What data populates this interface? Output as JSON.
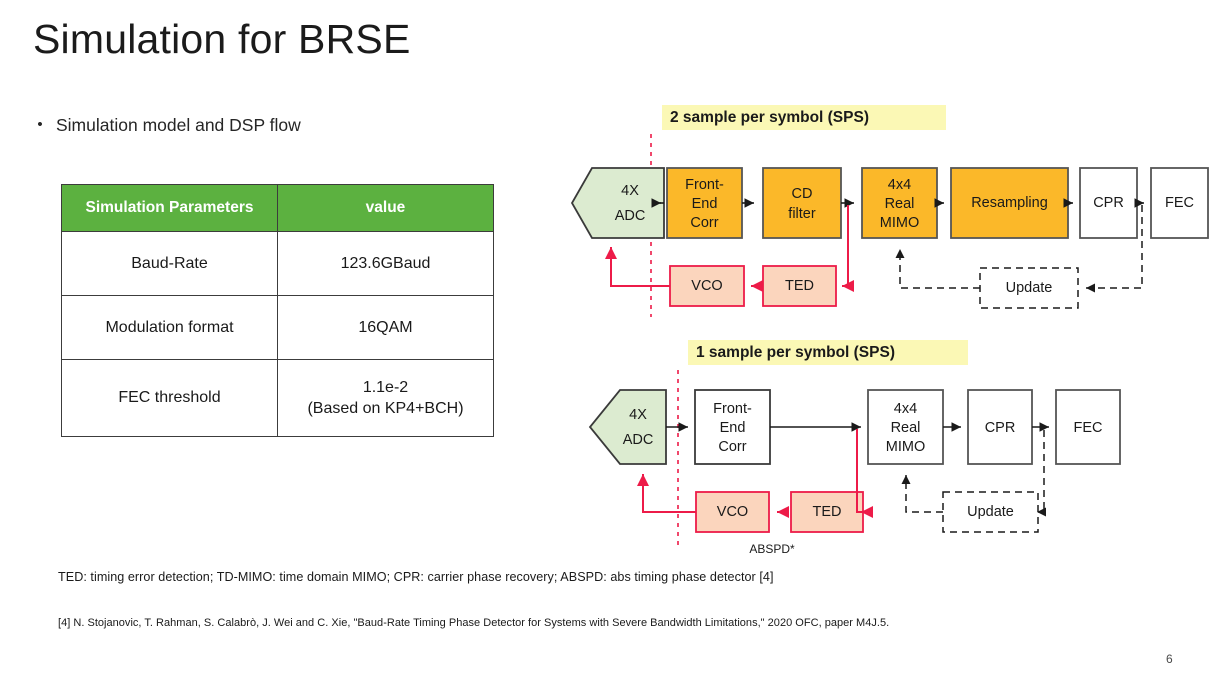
{
  "slide": {
    "title": "Simulation for BRSE",
    "page_number": "6",
    "bullet": {
      "marker": "•",
      "text": "Simulation model and DSP flow"
    }
  },
  "colors": {
    "table_header_green": "#5CB140",
    "block_orange": "#FBB829",
    "adc_green": "#DCEBD0",
    "vco_ted_pink": "#FBD5BD",
    "highlight_yellow": "#FBF8B5",
    "feedback_red": "#ED1B48",
    "block_border": "#555555"
  },
  "table": {
    "headers": [
      "Simulation Parameters",
      "value"
    ],
    "rows": [
      {
        "parameter": "Baud-Rate",
        "value": "123.6GBaud",
        "value_line2": ""
      },
      {
        "parameter": "Modulation format",
        "value": "16QAM",
        "value_line2": ""
      },
      {
        "parameter": "FEC threshold",
        "value": "1.1e-2",
        "value_line2": "(Based on KP4+BCH)"
      }
    ]
  },
  "diagrams": [
    {
      "id": "two-sps",
      "heading": "2 sample per symbol (SPS)",
      "blocks": [
        {
          "name": "adc",
          "label_lines": [
            "4X",
            "ADC"
          ],
          "style": "pentagon-green"
        },
        {
          "name": "front-end-corr",
          "label_lines": [
            "Front-",
            "End",
            "Corr"
          ],
          "style": "orange"
        },
        {
          "name": "cd-filter",
          "label_lines": [
            "CD",
            "filter"
          ],
          "style": "orange"
        },
        {
          "name": "mimo",
          "label_lines": [
            "4x4",
            "Real",
            "MIMO"
          ],
          "style": "orange"
        },
        {
          "name": "resampling",
          "label_lines": [
            "Resampling"
          ],
          "style": "orange"
        },
        {
          "name": "cpr",
          "label_lines": [
            "CPR"
          ],
          "style": "white"
        },
        {
          "name": "fec",
          "label_lines": [
            "FEC"
          ],
          "style": "white"
        },
        {
          "name": "vco",
          "label_lines": [
            "VCO"
          ],
          "style": "pink"
        },
        {
          "name": "ted",
          "label_lines": [
            "TED"
          ],
          "style": "pink"
        },
        {
          "name": "update",
          "label_lines": [
            "Update"
          ],
          "style": "dashed"
        }
      ],
      "annotation": ""
    },
    {
      "id": "one-sps",
      "heading": "1 sample per symbol (SPS)",
      "blocks": [
        {
          "name": "adc",
          "label_lines": [
            "4X",
            "ADC"
          ],
          "style": "pentagon-green"
        },
        {
          "name": "front-end-corr",
          "label_lines": [
            "Front-",
            "End",
            "Corr"
          ],
          "style": "white"
        },
        {
          "name": "mimo",
          "label_lines": [
            "4x4",
            "Real",
            "MIMO"
          ],
          "style": "white"
        },
        {
          "name": "cpr",
          "label_lines": [
            "CPR"
          ],
          "style": "white"
        },
        {
          "name": "fec",
          "label_lines": [
            "FEC"
          ],
          "style": "white"
        },
        {
          "name": "vco",
          "label_lines": [
            "VCO"
          ],
          "style": "pink"
        },
        {
          "name": "ted",
          "label_lines": [
            "TED"
          ],
          "style": "pink"
        },
        {
          "name": "update",
          "label_lines": [
            "Update"
          ],
          "style": "dashed"
        }
      ],
      "annotation": "ABSPD*"
    }
  ],
  "footnotes": {
    "legend": "TED: timing error detection; TD-MIMO: time domain MIMO; CPR: carrier phase recovery; ABSPD: abs timing phase detector [4]",
    "reference": "[4] N. Stojanovic, T. Rahman, S. Calabrò, J. Wei and C. Xie, \"Baud-Rate Timing Phase Detector for Systems with Severe Bandwidth Limitations,\" 2020 OFC, paper M4J.5."
  }
}
